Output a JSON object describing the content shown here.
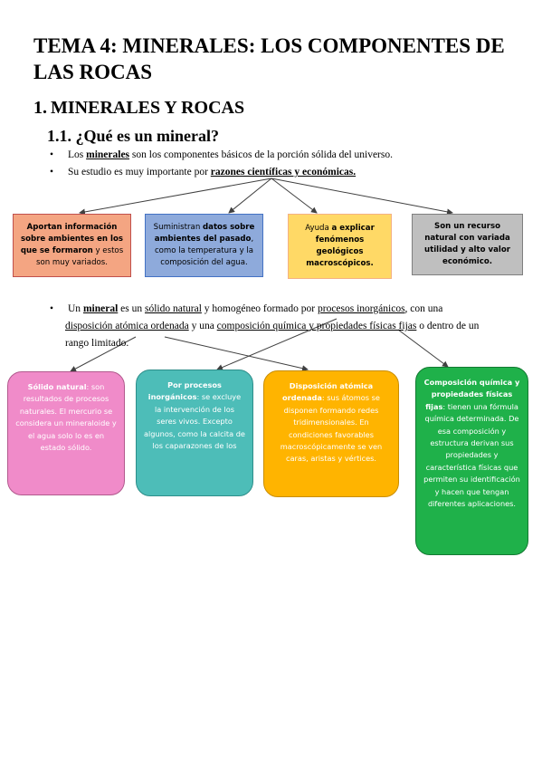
{
  "title": "TEMA 4: MINERALES: LOS COMPONENTES DE LAS ROCAS",
  "section": "1. MINERALES Y ROCAS",
  "subsection": "1.1.  ¿Qué es un mineral?",
  "bullets": {
    "b1": {
      "pre": "Los ",
      "em": "minerales",
      "post": " son los componentes básicos de la porción sólida del universo."
    },
    "b2": {
      "pre": "Su estudio es muy importante por ",
      "em": "razones científicas y económicas."
    },
    "b3": {
      "line1_pre": "Un ",
      "line1_em": "mineral",
      "line1_a": " es un ",
      "line1_u1": "sólido natural",
      "line1_b": " y homogéneo formado por ",
      "line1_u2": "procesos inorgánicos",
      "line1_c": ", con una",
      "line2_u1": "disposición atómica ordenada",
      "line2_a": " y una ",
      "line2_u2": "composición química y propiedades físicas fijas",
      "line2_b": " o dentro de un",
      "line3": "rango limitado."
    }
  },
  "reasons": [
    {
      "bold": "Aportan información sobre ambientes en los que se formaron",
      "rest": " y estos son muy variados.",
      "fill": "#f4a582",
      "border": "#c0504d"
    },
    {
      "rest_pre": "Suministran ",
      "bold": "datos sobre ambientes del pasado",
      "rest": ", como la temperatura y la composición del agua.",
      "fill": "#8eaadb",
      "border": "#4472c4"
    },
    {
      "rest_pre": "Ayuda ",
      "bold": "a explicar fenómenos geológicos macroscópicos.",
      "rest": "",
      "fill": "#ffd966",
      "border": "#f4b183"
    },
    {
      "bold": "Son un recurso natural con variada utilidad y alto valor económico.",
      "rest": "",
      "fill": "#bfbfbf",
      "border": "#7f7f7f"
    }
  ],
  "properties": [
    {
      "bold": "Sólido natural",
      "rest": ": son resultados de procesos naturales. El mercurio se considera un mineraloide y el agua solo lo es en estado sólido.",
      "fill": "#f08bc9"
    },
    {
      "bold": "Por procesos inorgánicos",
      "rest": ": se excluye la intervención de los seres vivos. Excepto algunos, como la calcita de los caparazones de los",
      "fill": "#4dbdb8"
    },
    {
      "bold": "Disposición atómica ordenada",
      "rest": ": sus átomos se disponen formando redes tridimensionales. En condiciones favorables macroscópicamente se ven caras, aristas y vértices.",
      "fill": "#ffb400"
    },
    {
      "bold": "Composición química y propiedades físicas fijas",
      "rest": ": tienen una fórmula química determinada. De esa composición y estructura derivan sus propiedades y característica físicas que permiten su identificación y hacen que tengan diferentes aplicaciones.",
      "fill": "#1fb14a"
    }
  ]
}
